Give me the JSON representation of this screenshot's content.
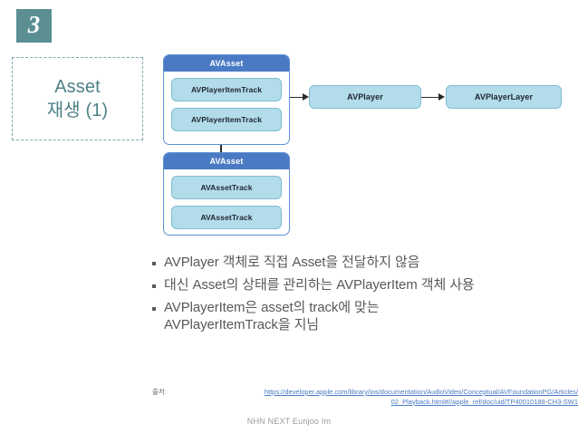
{
  "slide": {
    "number": "3",
    "badge_color": "#5b8f92",
    "title_lines": [
      "Asset",
      "재생 (1)"
    ],
    "title_color": "#4d8187"
  },
  "diagram": {
    "accent_header_color": "#4a7ac4",
    "box_fill_color": "#b3dcea",
    "groups": [
      {
        "header": "AVAsset",
        "tracks": [
          "AVPlayerItemTrack",
          "AVPlayerItemTrack"
        ]
      },
      {
        "header": "AVAsset",
        "tracks": [
          "AVAssetTrack",
          "AVAssetTrack"
        ]
      }
    ],
    "nodes": [
      {
        "label": "AVPlayer"
      },
      {
        "label": "AVPlayerLayer"
      }
    ]
  },
  "bullets": [
    {
      "text": "AVPlayer 객체로 직접 Asset을 전달하지 않음",
      "sub": ""
    },
    {
      "text": "대신 Asset의 상태를 관리하는 AVPlayerItem 객체 사용",
      "sub": ""
    },
    {
      "text": "AVPlayerItem은 asset의 track에 맞는",
      "sub": "AVPlayerItemTrack을 지님"
    }
  ],
  "source": {
    "label": "출처: ",
    "url_line1": "https://developer.apple.com/library/ios/documentation/AudioVideo/Conceptual/AVFoundationPG/Articles/",
    "url_line2": "02_Playback.html#//apple_ref/doc/uid/TP40010188-CH3-SW1"
  },
  "footer": {
    "text": "NHN NEXT Eunjoo Im"
  }
}
